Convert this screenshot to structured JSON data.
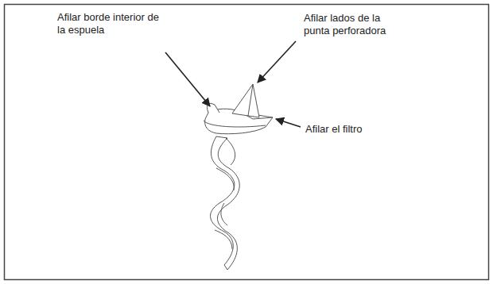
{
  "diagram": {
    "labels": [
      "Afilar borde interior de la espuela",
      "Afilar lados de la punta perforadora",
      "Afilar el filtro"
    ]
  }
}
